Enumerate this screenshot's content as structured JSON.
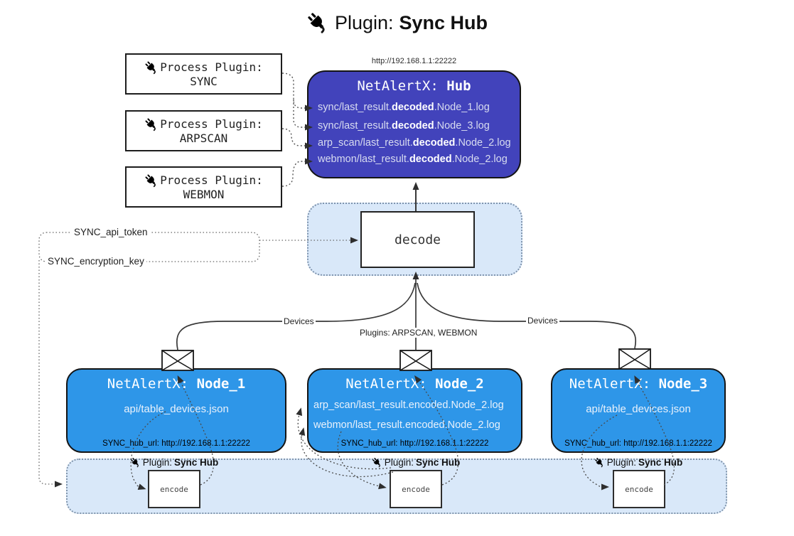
{
  "title": {
    "prefix": "Plugin:",
    "name": "Sync Hub"
  },
  "hub": {
    "url": "http://192.168.1.1:22222",
    "name_prefix": "NetAlertX: ",
    "name": "Hub",
    "lines": [
      {
        "pre": "sync/last_result.",
        "bold": "decoded",
        "post": ".Node_1.log"
      },
      {
        "pre": "sync/last_result.",
        "bold": "decoded",
        "post": ".Node_3.log"
      },
      {
        "pre": "arp_scan/last_result.",
        "bold": "decoded",
        "post": ".Node_2.log"
      },
      {
        "pre": "webmon/last_result.",
        "bold": "decoded",
        "post": ".Node_2.log"
      }
    ]
  },
  "process_plugins": [
    {
      "label": "Process Plugin:",
      "name": "SYNC"
    },
    {
      "label": "Process Plugin:",
      "name": "ARPSCAN"
    },
    {
      "label": "Process Plugin:",
      "name": "WEBMON"
    }
  ],
  "decode_label": "decode",
  "encode_label": "encode",
  "settings": {
    "api_token": "SYNC_api_token",
    "encryption_key": "SYNC_encryption_key"
  },
  "edge_labels": {
    "devices_left": "Devices",
    "devices_right": "Devices",
    "plugins": "Plugins: ARPSCAN, WEBMON"
  },
  "nodes": [
    {
      "prefix": "NetAlertX: ",
      "name": "Node_1",
      "lines": [
        "api/table_devices.json"
      ],
      "hub_url": "SYNC_hub_url: http://192.168.1.1:22222"
    },
    {
      "prefix": "NetAlertX: ",
      "name": "Node_2",
      "lines": [
        "arp_scan/last_result.encoded.Node_2.log",
        "webmon/last_result.encoded.Node_2.log"
      ],
      "hub_url": "SYNC_hub_url: http://192.168.1.1:22222"
    },
    {
      "prefix": "NetAlertX: ",
      "name": "Node_3",
      "lines": [
        "api/table_devices.json"
      ],
      "hub_url": "SYNC_hub_url: http://192.168.1.1:22222"
    }
  ],
  "sync_hub_plugin_label": {
    "prefix": "Plugin:",
    "name": "Sync Hub"
  },
  "colors": {
    "hub_bg": "#4243bb",
    "node_bg": "#2e96e8",
    "container_bg": "#d9e8f9",
    "container_border": "#8195ac",
    "line": "#3a3a3a"
  }
}
